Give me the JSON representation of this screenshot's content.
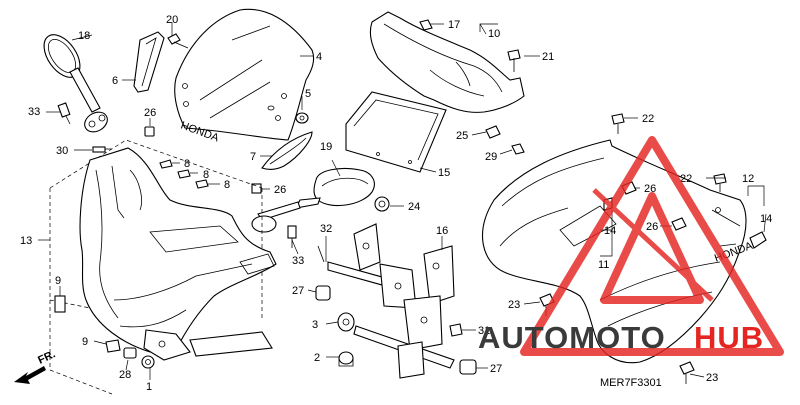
{
  "diagram": {
    "code": "MER7F3301",
    "direction_label": "FR.",
    "callouts": [
      "1",
      "2",
      "3",
      "4",
      "5",
      "6",
      "7",
      "8",
      "9",
      "10",
      "11",
      "12",
      "13",
      "14",
      "15",
      "16",
      "17",
      "18",
      "19",
      "20",
      "21",
      "22",
      "23",
      "24",
      "25",
      "26",
      "27",
      "28",
      "29",
      "30",
      "31",
      "32",
      "33"
    ],
    "decal_text": "HONDA"
  },
  "watermark": {
    "text_dark": "AUTOMOTO",
    "text_light": "HUB",
    "color_red": "#e52521",
    "color_dark": "#3a3a3a"
  }
}
